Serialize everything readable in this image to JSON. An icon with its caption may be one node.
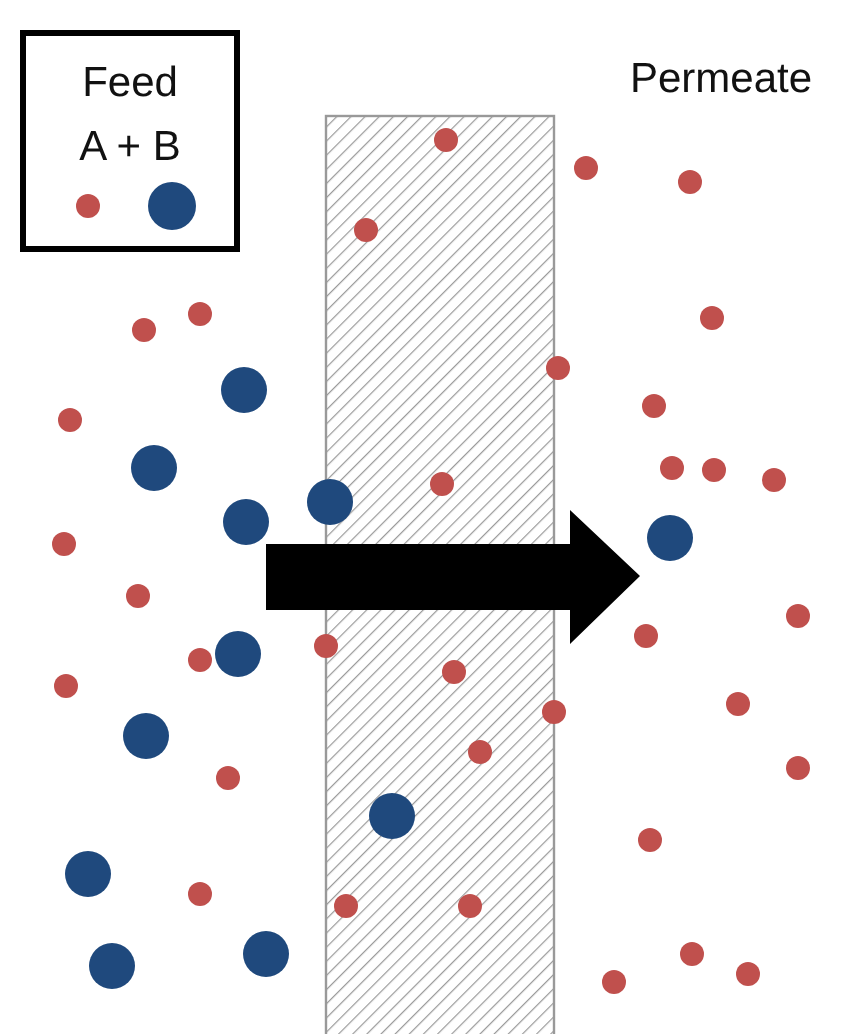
{
  "diagram": {
    "nodes": [
      {
        "text": [
          "Feed",
          "A + B"
        ]
      }
    ],
    "labels": [
      "Permeate"
    ]
  }
}
